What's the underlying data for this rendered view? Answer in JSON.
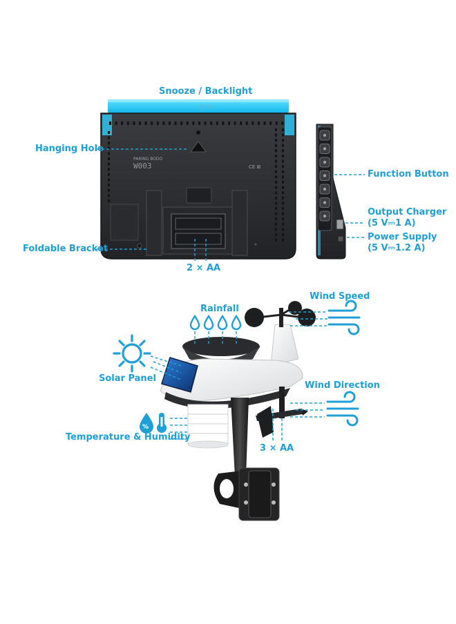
{
  "labels": {
    "snooze_backlight": "Snooze / Backlight",
    "hanging_hole": "Hanging Hole",
    "function_button": "Function Button",
    "output_charger": "Output Charger",
    "output_charger_spec": "(5 V⎓1 A)",
    "power_supply": "Power Supply",
    "power_supply_spec": "(5 V⎓1.2 A)",
    "foldable_bracket": "Foldable Bracket",
    "battery_console": "2 × AA",
    "rainfall": "Rainfall",
    "wind_speed": "Wind Speed",
    "solar_panel": "Solar Panel",
    "wind_direction": "Wind Direction",
    "temperature_humidity": "Temperature & Humidity",
    "battery_sensor": "3 × AA"
  },
  "device": {
    "model": "W003",
    "brand": "PARING BODO"
  },
  "colors": {
    "label_blue": "#1e9fd6",
    "backlight_cyan": "#3fd0f5",
    "housing_dark": "#2b2d30"
  }
}
